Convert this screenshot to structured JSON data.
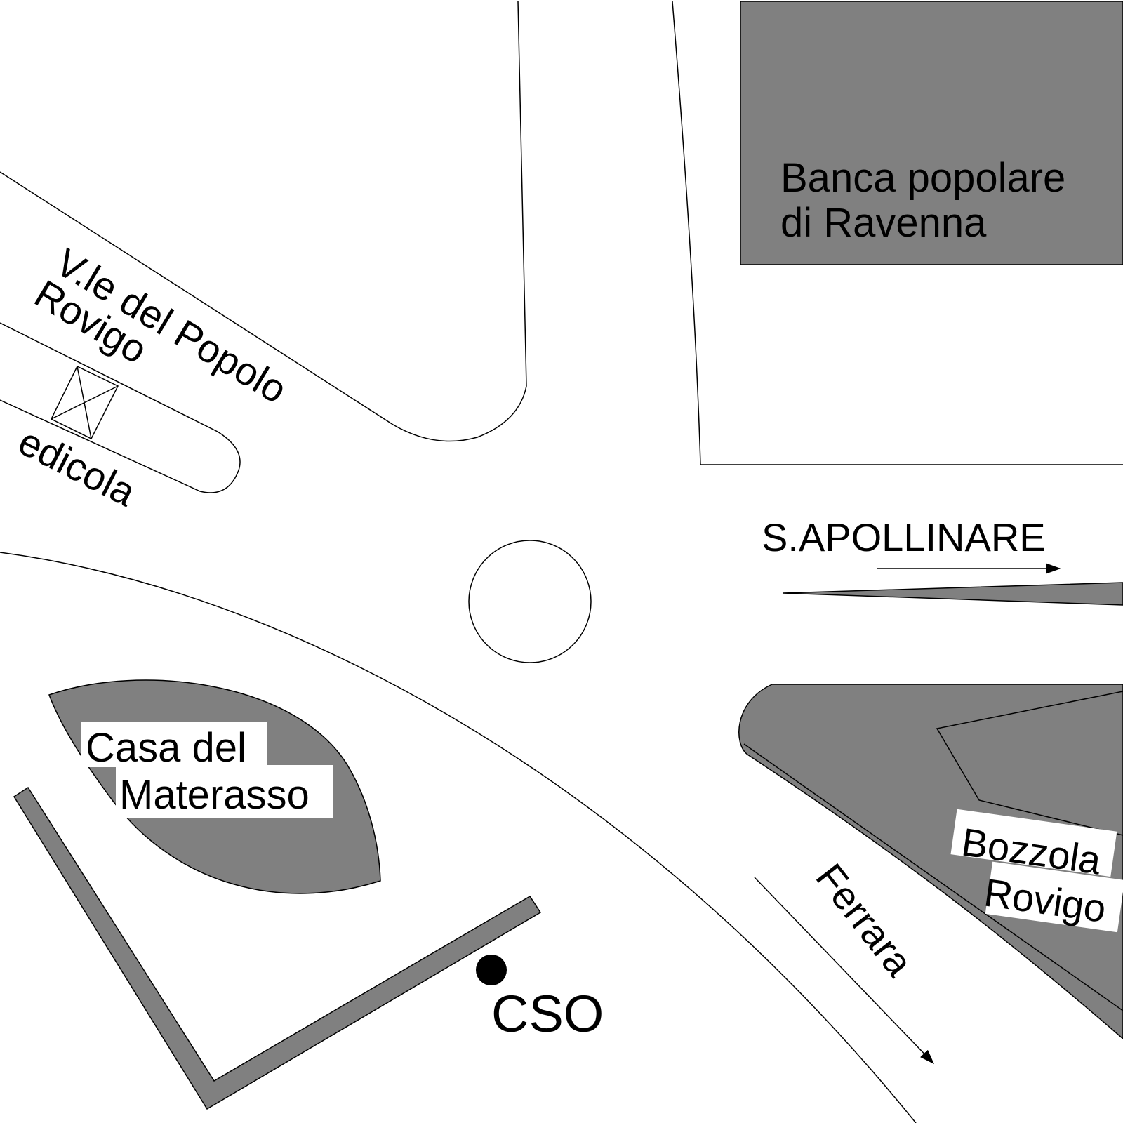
{
  "colors": {
    "background": "#ffffff",
    "building": "#808080",
    "line": "#000000"
  },
  "labels": {
    "bank_line1": "Banca popolare",
    "bank_line2": "di Ravenna",
    "viale_line1": "V.le del Popolo",
    "viale_line2": "Rovigo",
    "edicola": "edicola",
    "apollinare": "S.APOLLINARE",
    "casa_line1": "Casa del",
    "casa_line2": "Materasso",
    "bozzola_line1": "Bozzola",
    "bozzola_line2": "Rovigo",
    "ferrara": "Ferrara",
    "cso": "CSO"
  },
  "icons": {
    "kiosk": "kiosk-icon",
    "location_marker": "location-dot-icon",
    "direction_arrow": "arrow-icon"
  }
}
